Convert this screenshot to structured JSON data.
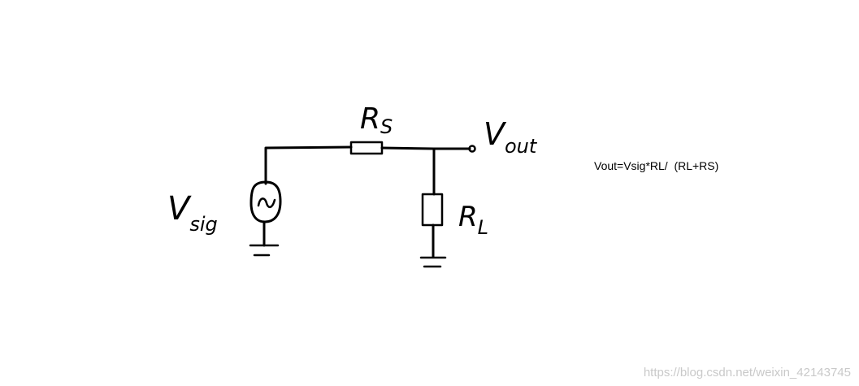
{
  "labels": {
    "rs_main": "R",
    "rs_sub": "S",
    "vout_main": "V",
    "vout_sub": "out",
    "vsig_main": "V",
    "vsig_sub": "sig",
    "rl_main": "R",
    "rl_sub": "L"
  },
  "formula": "Vout=Vsig*RL/  (RL+RS)",
  "watermark": "https://blog.csdn.net/weixin_42143745",
  "components": {
    "source_symbol": "~"
  }
}
